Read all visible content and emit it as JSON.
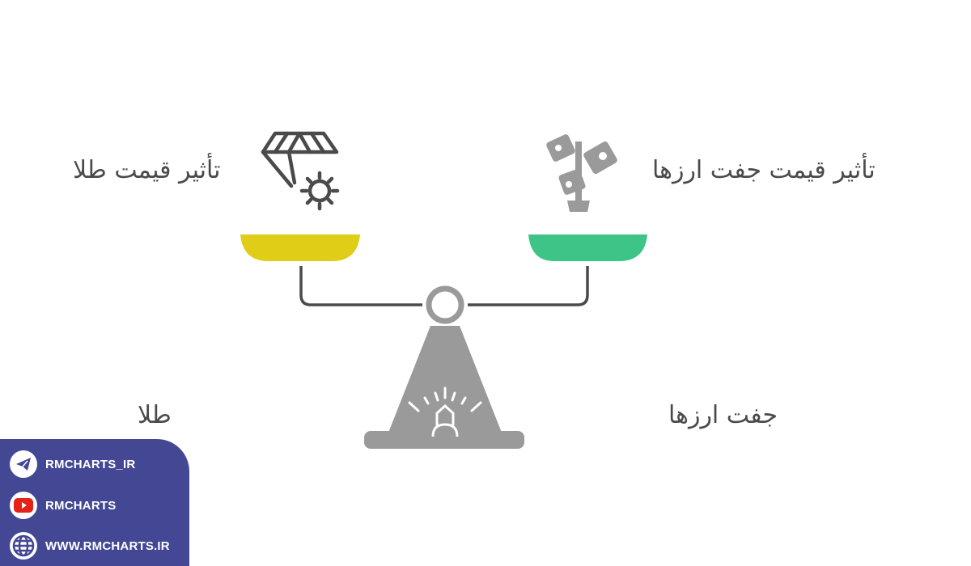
{
  "diagram": {
    "left": {
      "title": "تأثیر قیمت طلا",
      "label": "طلا",
      "icon": "diamond-gear-icon",
      "pan_color": "#dfcd17"
    },
    "right": {
      "title": "تأثیر قیمت جفت ارزها",
      "label": "جفت ارزها",
      "icon": "money-tree-icon",
      "pan_color": "#3ec486"
    },
    "beam_color": "#4a4a4a",
    "stand_color": "#9a9a9a",
    "center_icon": "alarm-light-icon"
  },
  "social": {
    "background": "#434794",
    "items": [
      {
        "icon": "telegram-icon",
        "label": "RMCHARTS_IR"
      },
      {
        "icon": "youtube-icon",
        "label": "RMCHARTS"
      },
      {
        "icon": "globe-icon",
        "label": "WWW.RMCHARTS.IR"
      }
    ]
  }
}
